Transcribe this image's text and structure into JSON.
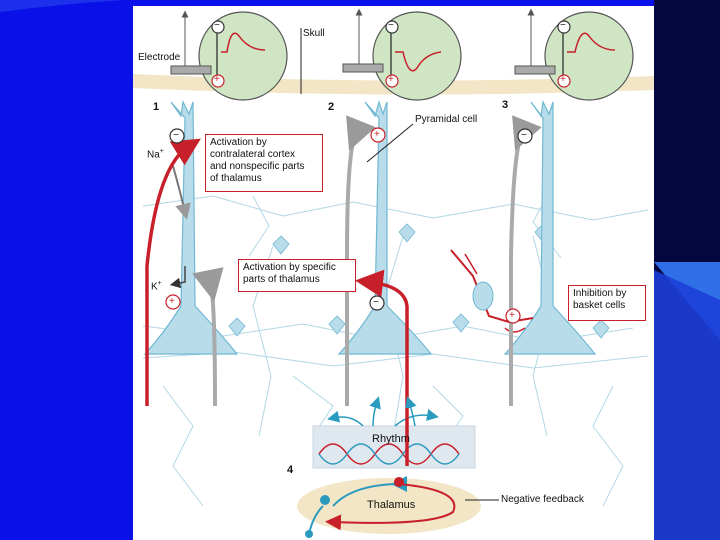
{
  "labels": {
    "skull": "Skull",
    "electrode": "Electrode",
    "pyramidal_cell": "Pyramidal cell",
    "na": "Na",
    "k": "K",
    "plus_sup": "+",
    "rhythm": "Rhythm",
    "thalamus": "Thalamus",
    "negative_feedback": "Negative feedback"
  },
  "panels": [
    "1",
    "2",
    "3",
    "4"
  ],
  "boxes": {
    "activation_contralateral": [
      "Activation by",
      "contralateral cortex",
      "and nonspecific parts",
      "of thalamus"
    ],
    "activation_specific": [
      "Activation by specific",
      "parts of thalamus"
    ],
    "inhibition_basket": [
      "Inhibition by",
      "basket cells"
    ]
  },
  "signs": {
    "minus": "−",
    "plus": "+"
  },
  "colors": {
    "slide_background": "#0a10e8",
    "neuron": "#6fb8d2",
    "neuron_fill": "#b9dcea",
    "activation_red": "#c8202a",
    "feedback_gray": "#9a9a9a",
    "skull_band": "#f2e6c6",
    "electrode_circle": "#cfe5c4"
  }
}
